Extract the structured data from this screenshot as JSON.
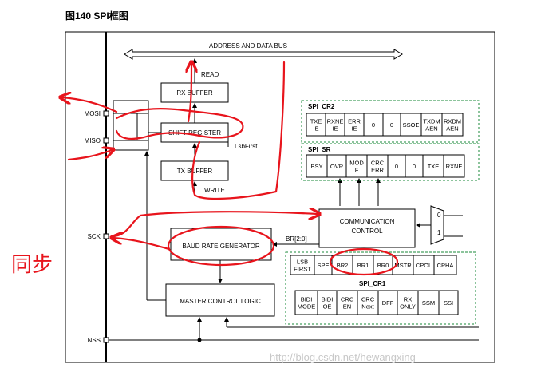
{
  "title": "图140  SPI框图",
  "bus_label": "ADDRESS AND DATA BUS",
  "read_label": "READ",
  "write_label": "WRITE",
  "lsbfirst_label": "LsbFirst",
  "br_label": "BR[2:0]",
  "blocks": {
    "rx_buffer": "RX BUFFER",
    "shift_register": "SHIFT REGISTER",
    "tx_buffer": "TX BUFFER",
    "comm_control_1": "COMMUNICATION",
    "comm_control_2": "CONTROL",
    "baud_rate": "BAUD RATE GENERATOR",
    "master_control": "MASTER CONTROL LOGIC"
  },
  "pins": [
    "MOSI",
    "MISO",
    "SCK",
    "NSS"
  ],
  "mux": [
    "0",
    "1"
  ],
  "registers": {
    "cr2": {
      "name": "SPI_CR2",
      "cells": [
        [
          "TXE",
          "IE"
        ],
        [
          "RXNE",
          "IE"
        ],
        [
          "ERR",
          "IE"
        ],
        [
          "0"
        ],
        [
          "0"
        ],
        [
          "SSOE"
        ],
        [
          "TXDM",
          "AEN"
        ],
        [
          "RXDM",
          "AEN"
        ]
      ]
    },
    "sr": {
      "name": "SPI_SR",
      "cells": [
        [
          "BSY"
        ],
        [
          "OVR"
        ],
        [
          "MOD",
          "F"
        ],
        [
          "CRC",
          "ERR"
        ],
        [
          "0"
        ],
        [
          "0"
        ],
        [
          "TXE"
        ],
        [
          "RXNE"
        ]
      ]
    },
    "cr1": {
      "name": "SPI_CR1",
      "top_cells": [
        [
          "LSB",
          "FIRST"
        ],
        [
          "SPE"
        ],
        [
          "BR2"
        ],
        [
          "BR1"
        ],
        [
          "BR0"
        ],
        [
          "MSTR"
        ],
        [
          "CPOL"
        ],
        [
          "CPHA"
        ]
      ],
      "bottom_cells": [
        [
          "BIDI",
          "MODE"
        ],
        [
          "BIDI",
          "OE"
        ],
        [
          "CRC",
          "EN"
        ],
        [
          "CRC",
          "Next"
        ],
        [
          "DFF"
        ],
        [
          "RX",
          "ONLY"
        ],
        [
          "SSM"
        ],
        [
          "SSI"
        ]
      ]
    }
  },
  "annotation": "同步",
  "watermark": "http://blog.csdn.net/hewangxing",
  "colors": {
    "annotation": "#e8141c",
    "register_border": "#1a8a3a"
  }
}
